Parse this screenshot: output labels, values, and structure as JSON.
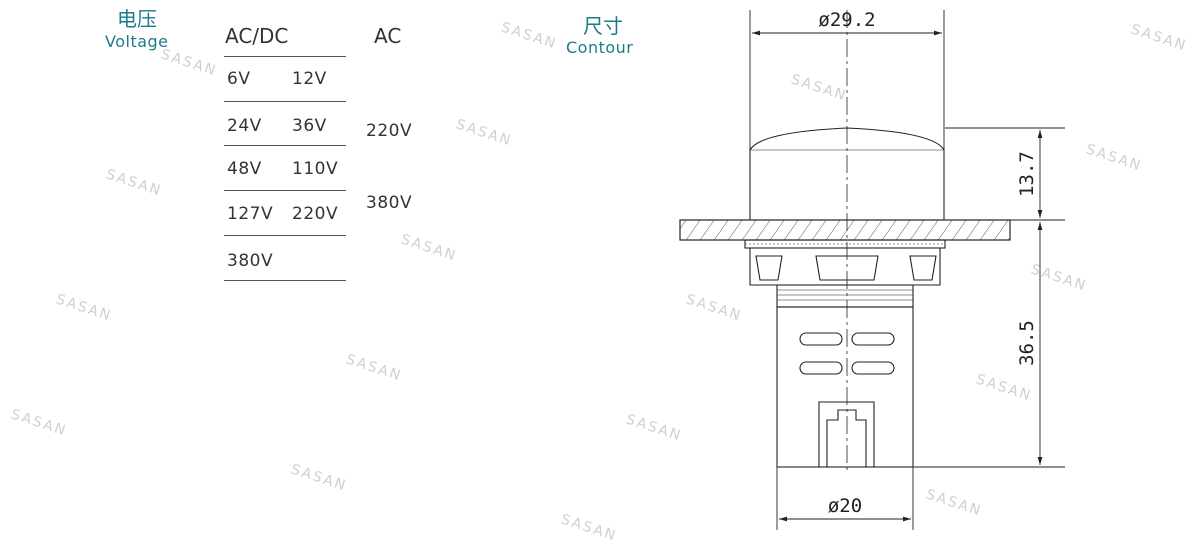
{
  "voltage": {
    "label_cn": "电压",
    "label_en": "Voltage",
    "col_acdc": "AC/DC",
    "col_ac": "AC",
    "rows": [
      [
        "6V",
        "12V"
      ],
      [
        "24V",
        "36V"
      ],
      [
        "48V",
        "110V"
      ],
      [
        "127V",
        "220V"
      ],
      [
        "380V",
        ""
      ]
    ],
    "ac_values": [
      "220V",
      "380V"
    ]
  },
  "contour": {
    "label_cn": "尺寸",
    "label_en": "Contour"
  },
  "dimensions": {
    "top_diameter": "ø29.2",
    "bottom_diameter": "ø20",
    "cap_height": "13.7",
    "body_height": "36.5"
  },
  "watermark": "SASAN",
  "colors": {
    "accent": "#1d7a8c",
    "line": "#222222"
  }
}
